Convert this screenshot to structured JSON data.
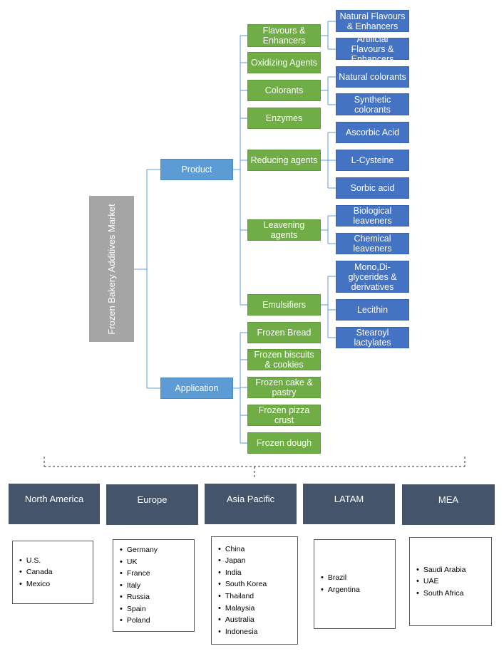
{
  "title": "Frozen Bakery Additives Market",
  "segments": {
    "product": {
      "label": "Product",
      "items": [
        {
          "label": "Flavours & Enhancers",
          "subs": [
            "Natural Flavours & Enhancers",
            "Artificial Flavours & Enhancers"
          ]
        },
        {
          "label": "Oxidizing Agents",
          "subs": []
        },
        {
          "label": "Colorants",
          "subs": [
            "Natural colorants",
            "Synthetic colorants"
          ]
        },
        {
          "label": "Enzymes",
          "subs": []
        },
        {
          "label": "Reducing agents",
          "subs": [
            "Ascorbic Acid",
            "L-Cysteine",
            "Sorbic acid"
          ]
        },
        {
          "label": "Leavening agents",
          "subs": [
            "Biological leaveners",
            "Chemical leaveners"
          ]
        },
        {
          "label": "Emulsifiers",
          "subs": [
            "Mono,Di-glycerides & derivatives",
            "Lecithin",
            "Stearoyl lactylates"
          ]
        }
      ]
    },
    "application": {
      "label": "Application",
      "items": [
        "Frozen Bread",
        "Frozen biscuits & cookies",
        "Frozen cake & pastry",
        "Frozen pizza crust",
        "Frozen dough"
      ]
    }
  },
  "regions": [
    {
      "name": "North America",
      "countries": [
        "U.S.",
        "Canada",
        "Mexico"
      ]
    },
    {
      "name": "Europe",
      "countries": [
        "Germany",
        "UK",
        "France",
        "Italy",
        "Russia",
        "Spain",
        "Poland"
      ]
    },
    {
      "name": "Asia Pacific",
      "countries": [
        "China",
        "Japan",
        "India",
        "South Korea",
        "Thailand",
        "Malaysia",
        "Australia",
        "Indonesia"
      ]
    },
    {
      "name": "LATAM",
      "countries": [
        "Brazil",
        "Argentina"
      ]
    },
    {
      "name": "MEA",
      "countries": [
        "Saudi Arabia",
        "UAE",
        "South Africa"
      ]
    }
  ],
  "colors": {
    "root": "#a5a5a5",
    "segment": "#5d9bd5",
    "category": "#71ad47",
    "subcategory": "#4573c4",
    "region": "#44546a",
    "connector": "#5b9bd5"
  }
}
